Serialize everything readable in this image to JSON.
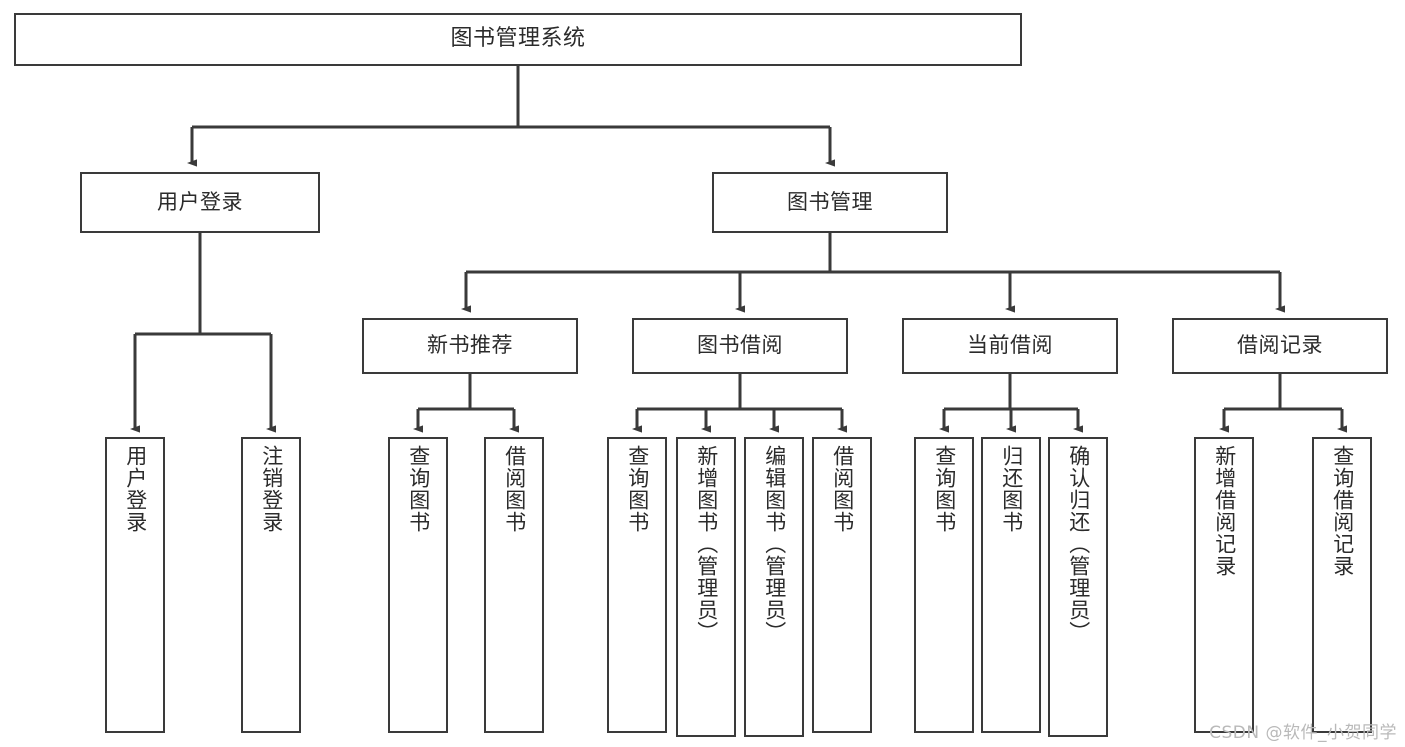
{
  "diagram": {
    "type": "tree-hierarchy-chart",
    "title": "图书管理系统",
    "colors": {
      "background": "#ffffff",
      "node_fill": "#ffffff",
      "node_stroke": "#3a3a3a",
      "edge_stroke": "#3a3a3a",
      "text": "#2b2b2b",
      "watermark": "#b9b9b9"
    },
    "nodes": {
      "root": {
        "label": "图书管理系统"
      },
      "level1": [
        {
          "id": "user-login",
          "label": "用户登录"
        },
        {
          "id": "book-manage",
          "label": "图书管理"
        }
      ],
      "level2": [
        {
          "id": "new-book-rec",
          "label": "新书推荐"
        },
        {
          "id": "book-borrow",
          "label": "图书借阅"
        },
        {
          "id": "current-borrow",
          "label": "当前借阅"
        },
        {
          "id": "borrow-record",
          "label": "借阅记录"
        }
      ],
      "leaves": {
        "user_login": [
          {
            "id": "leaf-user-login",
            "label": "用户登录"
          },
          {
            "id": "leaf-logout-login",
            "label": "注销登录"
          }
        ],
        "new_book_rec": [
          {
            "id": "leaf-query-book-1",
            "label": "查询图书"
          },
          {
            "id": "leaf-borrow-book-1",
            "label": "借阅图书"
          }
        ],
        "book_borrow": [
          {
            "id": "leaf-query-book-2",
            "label": "查询图书"
          },
          {
            "id": "leaf-add-book",
            "label": "新增图书（管理员）"
          },
          {
            "id": "leaf-edit-book",
            "label": "编辑图书（管理员）"
          },
          {
            "id": "leaf-borrow-book-2",
            "label": "借阅图书"
          }
        ],
        "current_borrow": [
          {
            "id": "leaf-query-book-3",
            "label": "查询图书"
          },
          {
            "id": "leaf-return-book",
            "label": "归还图书"
          },
          {
            "id": "leaf-confirm-return",
            "label": "确认归还（管理员）"
          }
        ],
        "borrow_record": [
          {
            "id": "leaf-add-record",
            "label": "新增借阅记录"
          },
          {
            "id": "leaf-query-record",
            "label": "查询借阅记录"
          }
        ]
      }
    }
  },
  "watermark": {
    "text": "CSDN @软件_小贺同学"
  }
}
